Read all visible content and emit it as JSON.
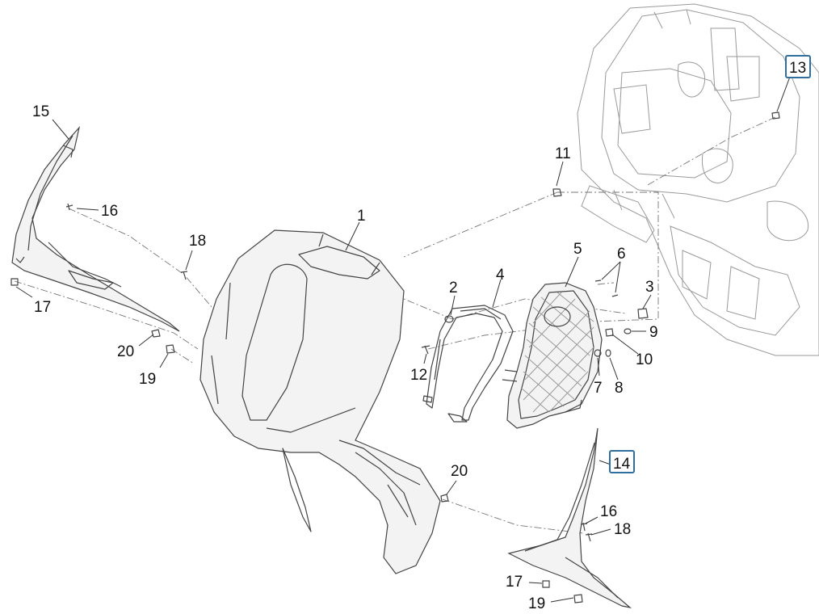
{
  "labels": {
    "l1": "1",
    "l2": "2",
    "l3": "3",
    "l4": "4",
    "l5": "5",
    "l6": "6",
    "l7": "7",
    "l8": "8",
    "l9": "9",
    "l10": "10",
    "l11": "11",
    "l12": "12",
    "l13": "13",
    "l14": "14",
    "l15": "15",
    "l16a": "16",
    "l16b": "16",
    "l17a": "17",
    "l17b": "17",
    "l18a": "18",
    "l18b": "18",
    "l19a": "19",
    "l19b": "19",
    "l20a": "20",
    "l20b": "20"
  },
  "colors": {
    "boxed_label_border": "#2f6f9f",
    "line": "#444444",
    "ghost_frame": "#aaaaaa"
  }
}
